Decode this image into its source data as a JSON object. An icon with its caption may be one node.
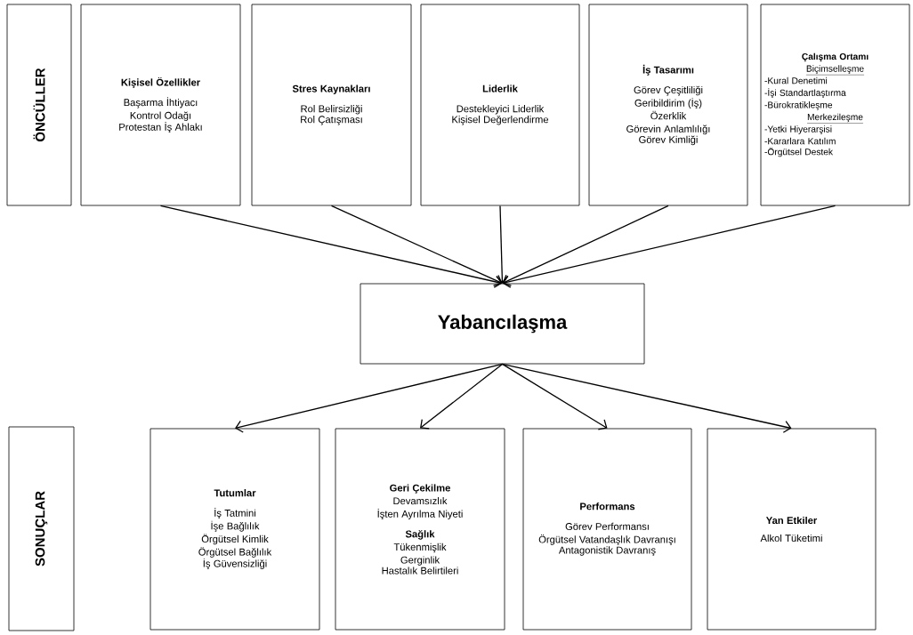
{
  "diagram": {
    "nodes": [
      {
        "text": [
          "ÖNCÜLLER"
        ]
      },
      {
        "text": [
          "Kişisel Özellikler",
          "Başarma İhtiyacı",
          "Kontrol Odağı",
          "Protestan İş Ahlakı"
        ]
      },
      {
        "text": [
          "Stres Kaynakları",
          "Rol Belirsizliği",
          "Rol Çatışması"
        ]
      },
      {
        "text": [
          "Liderlik",
          "Destekleyici Liderlik",
          "Kişisel Değerlendirme"
        ]
      },
      {
        "text": [
          "İş Tasarımı",
          "Görev Çeşitliliği",
          "Geribildirim (İş)",
          "Özerklik",
          "Görevin Anlamlılığı",
          "Görev Kimliği"
        ]
      },
      {
        "text": [
          "Çalışma Ortamı",
          "Biçimselleşme",
          "-Kural Denetimi",
          "-İşi Standartlaştırma",
          "-Bürokratikleşme",
          "Merkezileşme",
          "-Yetki Hiyerarşisi",
          "-Kararlara Katılım",
          "-Örgütsel Destek"
        ]
      },
      {
        "text": [
          "Yabancılaşma"
        ]
      },
      {
        "text": [
          "SONUÇLAR"
        ]
      },
      {
        "text": [
          "Tutumlar",
          "İş Tatmini",
          "İşe Bağlılık",
          "Örgütsel Kimlik",
          "Örgütsel Bağlılık",
          "İş Güvensizliği"
        ]
      },
      {
        "text": [
          "Geri Çekilme",
          "Devamsızlık",
          "İşten Ayrılma Niyeti",
          "Sağlık",
          "Tükenmişlik",
          "Gerginlik",
          "Hastalık Belirtileri"
        ]
      },
      {
        "text": [
          "Performans",
          "Görev Performansı",
          "Örgütsel Vatandaşlık Davranışı",
          "Antagonistik Davranış"
        ]
      },
      {
        "text": [
          "Yan Etkiler",
          "Alkol Tüketimi"
        ]
      }
    ],
    "edges": [
      {
        "from": 1,
        "to": 6,
        "arrow": "to"
      },
      {
        "from": 2,
        "to": 6,
        "arrow": "to"
      },
      {
        "from": 3,
        "to": 6,
        "arrow": "to"
      },
      {
        "from": 4,
        "to": 6,
        "arrow": "to"
      },
      {
        "from": 5,
        "to": 6,
        "arrow": "to"
      },
      {
        "from": 6,
        "to": 8,
        "arrow": "to"
      },
      {
        "from": 6,
        "to": 9,
        "arrow": "to"
      },
      {
        "from": 6,
        "to": 10,
        "arrow": "to"
      },
      {
        "from": 6,
        "to": 11,
        "arrow": "to"
      }
    ]
  }
}
